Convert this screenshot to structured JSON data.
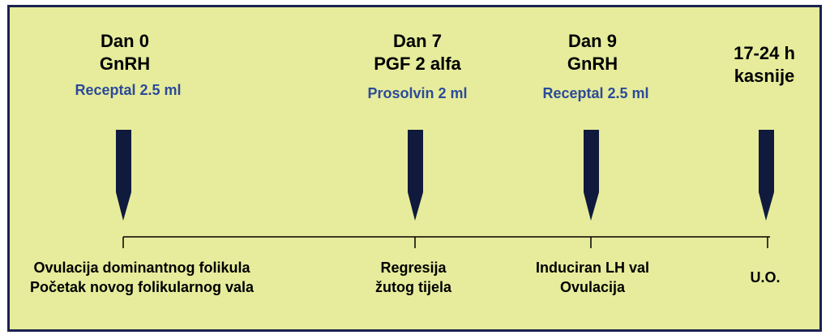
{
  "colors": {
    "background": "#e6ec9b",
    "border": "#1b2150",
    "drug_text": "#2c4a9a",
    "pointer": "#101a3d"
  },
  "milestones": [
    {
      "title_line1": "Dan 0",
      "title_line2": "GnRH",
      "drug": "Receptal 2.5 ml",
      "event_line1": "Ovulacija dominantnog folikula",
      "event_line2": "Početak novog folikularnog vala"
    },
    {
      "title_line1": "Dan 7",
      "title_line2": "PGF 2 alfa",
      "drug": "Prosolvin 2 ml",
      "event_line1": "Regresija",
      "event_line2": "žutog tijela"
    },
    {
      "title_line1": "Dan 9",
      "title_line2": "GnRH",
      "drug": "Receptal 2.5 ml",
      "event_line1": "Induciran LH val",
      "event_line2": "Ovulacija"
    },
    {
      "title_line1": "17-24 h",
      "title_line2": "kasnije",
      "drug": "",
      "event_line1": "U.O.",
      "event_line2": ""
    }
  ]
}
